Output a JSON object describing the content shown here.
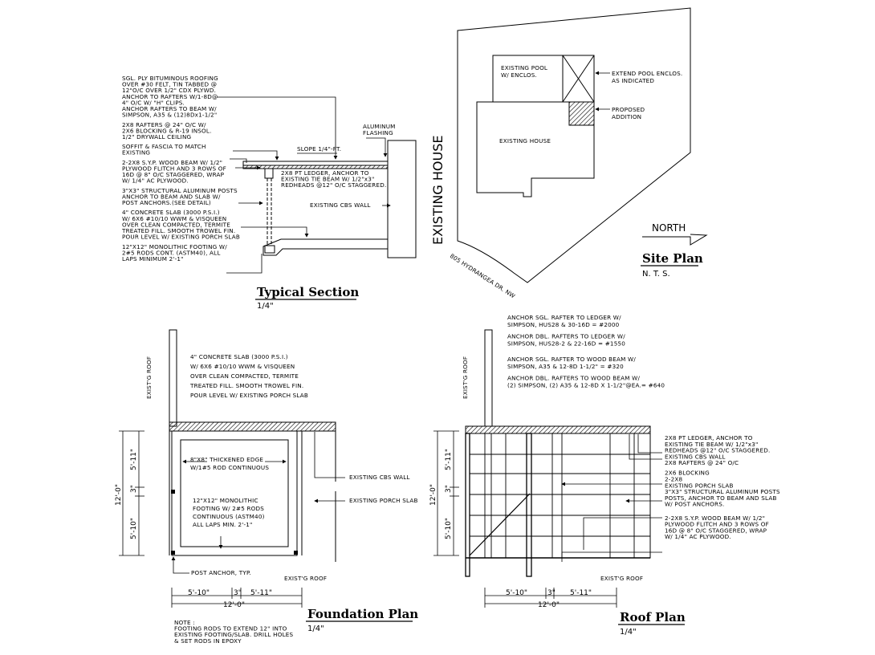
{
  "titles": {
    "typical_section": "Typical Section",
    "typical_section_scale": "1/4\"",
    "site_plan": "Site Plan",
    "site_plan_scale": "N. T. S.",
    "foundation_plan": "Foundation Plan",
    "foundation_plan_scale": "1/4\"",
    "roof_plan": "Roof Plan",
    "roof_plan_scale": "1/4\""
  },
  "section": {
    "notes_left": [
      "SGL. PLY BITUMINOUS ROOFING",
      "OVER #30 FELT, TIN TABBED @",
      "12\"O/C OVER 1/2\" CDX PLYWD.",
      "ANCHOR TO RAFTERS W/1-8D@",
      "4\" O/C W/ \"H\" CLIPS.",
      "ANCHOR RAFTERS TO BEAM W/",
      "SIMPSON, A35 & (12)8Dx1-1/2\"",
      "",
      "2X8 RAFTERS @ 24\" O/C W/",
      "2X6 BLOCKING & R-19 INSOL.",
      "1/2\" DRYWALL CEILING",
      "",
      "SOFFIT & FASCIA TO MATCH",
      "EXISTING",
      "",
      "2-2X8 S.Y.P. WOOD BEAM W/ 1/2\"",
      "PLYWOOD FLITCH AND 3 ROWS OF",
      "16D @ 8\" O/C STAGGERED, WRAP",
      "W/ 1/4\" AC PLYWOOD.",
      "",
      "3\"X3\" STRUCTURAL ALUMINUM POSTS",
      "ANCHOR TO BEAM AND SLAB W/",
      "POST ANCHORS.(SEE DETAIL)",
      "",
      "4\" CONCRETE SLAB (3000 P.S.I.)",
      "W/ 6X6 #10/10 WWM & VISQUEEN",
      "OVER CLEAN COMPACTED, TERMITE",
      "TREATED FILL. SMOOTH TROWEL FIN.",
      "POUR LEVEL W/ EXISTING PORCH SLAB",
      "",
      "12\"X12\" MONOLITHIC FOOTING W/",
      "2#5 RODS CONT. (ASTM40), ALL",
      "LAPS MINIMUM 2'-1\""
    ],
    "aluminum_flashing": [
      "ALUMINUM",
      "FLASHING"
    ],
    "slope": "SLOPE 1/4\"-FT.",
    "ledger": [
      "2X8 PT LEDGER, ANCHOR TO",
      "EXISTING TIE BEAM W/ 1/2\"x3\"",
      "REDHEADS @12\" O/C STAGGERED."
    ],
    "existing_cbs_wall": "EXISTING CBS WALL",
    "existing_house": "EXISTING HOUSE"
  },
  "site": {
    "existing_pool": [
      "EXISTING POOL",
      "W/ ENCLOS."
    ],
    "extend_pool": [
      "EXTEND POOL ENCLOS.",
      "AS INDICATED"
    ],
    "proposed": [
      "PROPOSED",
      "ADDITION"
    ],
    "existing_house": "EXISTING HOUSE",
    "street": "805 HYDRANGEA DR. NW",
    "north": "NORTH"
  },
  "foundation": {
    "slab_note": [
      "4\" CONCRETE SLAB (3000 P.S.I.)",
      "W/ 6X6 #10/10 WWM & VISQUEEN",
      "OVER CLEAN COMPACTED, TERMITE",
      "TREATED FILL. SMOOTH TROWEL FIN.",
      "POUR LEVEL W/ EXISTING PORCH SLAB"
    ],
    "thickened": [
      "8\"X8\" THICKENED EDGE",
      "W/1#5 ROD CONTINUOUS"
    ],
    "footing": [
      "12\"X12\" MONOLITHIC",
      "FOOTING W/ 2#5 RODS",
      "CONTINUOUS (ASTM40)",
      "ALL LAPS MIN. 2'-1\""
    ],
    "existing_cbs_wall": "EXISTING CBS WALL",
    "existing_porch_slab": "EXISTING PORCH SLAB",
    "post_anchor": "POST ANCHOR, TYP.",
    "existg_roof_bottom": "EXIST'G ROOF",
    "existg_roof_side": "EXIST'G ROOF",
    "dims": {
      "left": "5'-10\"",
      "mid": "3\"",
      "right": "5'-11\"",
      "total": "12'-0\"",
      "v_top": "5'-11\"",
      "v_mid": "3\"",
      "v_bot": "5'-10\"",
      "v_total": "12'-0\""
    },
    "note": [
      "NOTE :",
      "FOOTING RODS TO EXTEND 12\" INTO",
      "EXISTING FOOTING/SLAB. DRILL HOLES",
      "& SET RODS IN EPOXY"
    ]
  },
  "roof": {
    "anchor_notes": [
      "ANCHOR SGL. RAFTER TO LEDGER W/",
      "SIMPSON, HUS28 & 30-16D = #2000",
      "",
      "ANCHOR DBL. RAFTERS TO LEDGER W/",
      "SIMPSON, HUS28-2 & 22-16D = #1550",
      "",
      "",
      "ANCHOR SGL. RAFTER TO WOOD BEAM W/",
      "SIMPSON, A35 & 12-8D 1-1/2\" = #320",
      "",
      "ANCHOR DBL. RAFTERS TO WOOD BEAM W/",
      "(2) SIMPSON, (2) A35 & 12-8D X 1-1/2\"@EA.= #640"
    ],
    "right_notes": [
      "2X8 PT LEDGER, ANCHOR TO",
      "EXISTING TIE BEAM W/ 1/2\"x3\"",
      "REDHEADS @12\" O/C STAGGERED.",
      "EXISTING CBS WALL",
      "2X8 RAFTERS @ 24\" O/C",
      "",
      "2X6 BLOCKING",
      "2-2X8",
      "EXISTING PORCH SLAB",
      "3\"X3\" STRUCTURAL ALUMINUM POSTS",
      "POSTS, ANCHOR TO BEAM AND SLAB",
      "W/ POST ANCHORS.",
      "",
      "",
      "2-2X8 S.Y.P. WOOD BEAM W/ 1/2\"",
      "PLYWOOD FLITCH AND 3 ROWS OF",
      "16D @ 8\" O/C STAGGERED, WRAP",
      "W/ 1/4\" AC PLYWOOD."
    ],
    "existg_roof_bottom": "EXIST'G ROOF",
    "existg_roof_side": "EXIST'G ROOF",
    "dims": {
      "left": "5'-10\"",
      "mid": "3\"",
      "right": "5'-11\"",
      "total": "12'-0\"",
      "v_top": "5'-11\"",
      "v_mid": "3\"",
      "v_bot": "5'-10\"",
      "v_total": "12'-0\""
    }
  }
}
